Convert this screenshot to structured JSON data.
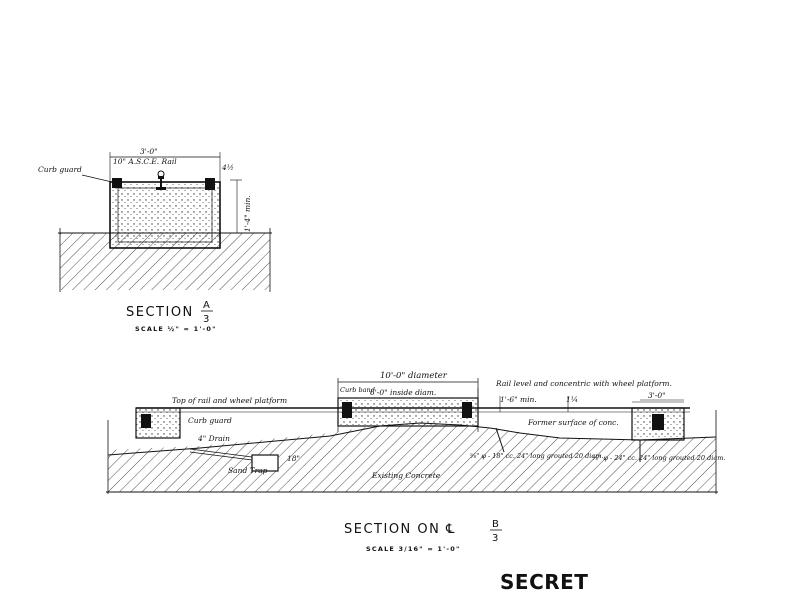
{
  "section_a": {
    "dim_width": "3'-0\"",
    "rail": "10\" A.S.C.E. Rail",
    "curb_guard": "Curb guard",
    "dim_small": "4½",
    "dim_height": "1'-4\" min.",
    "title": "SECTION",
    "fraction_num": "A",
    "fraction_den": "3",
    "scale": "SCALE ½\" = 1'-0\""
  },
  "section_b": {
    "diameter": "10'-0\" diameter",
    "top_of_rail": "Top of rail and wheel platform",
    "curb_guard": "Curb guard",
    "drain": "4\" Drain",
    "sand_trap": "Sand Trap",
    "dim_18": "18\"",
    "curb_band": "Curb band",
    "inside_diam": "6'-0\" inside diam.",
    "existing_concrete": "Existing Concrete",
    "rail_level": "Rail level and concentric with wheel platform.",
    "dim_3ft": "3'-0\"",
    "dim_min": "1'-6\" min.",
    "dim_quarter": "1¼",
    "former_surface": "Former surface of conc.",
    "bolts_1": "⅝\" φ - 18\" cc. 24\" long grouted 20 diam.",
    "bolts_2": "⅝\" φ - 24\" cc. 24\" long grouted 20 diam.",
    "title": "SECTION ON ℄",
    "fraction_num": "B",
    "fraction_den": "3",
    "scale": "SCALE 3/16\" = 1'-0\""
  },
  "classification": "SECRET"
}
